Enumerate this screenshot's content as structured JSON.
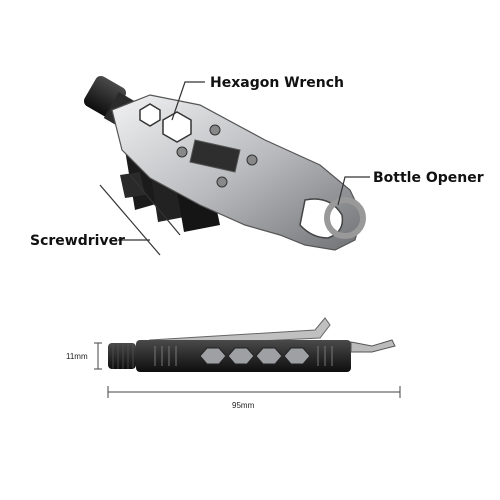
{
  "callouts": {
    "hexagon_wrench": "Hexagon Wrench",
    "bottle_opener": "Bottle Opener",
    "screwdriver": "Screwdriver"
  },
  "dimensions": {
    "height": "11mm",
    "length": "95mm"
  },
  "colors": {
    "steel": "#c9cacc",
    "dark_steel": "#1a1a1a",
    "line": "#444444"
  }
}
